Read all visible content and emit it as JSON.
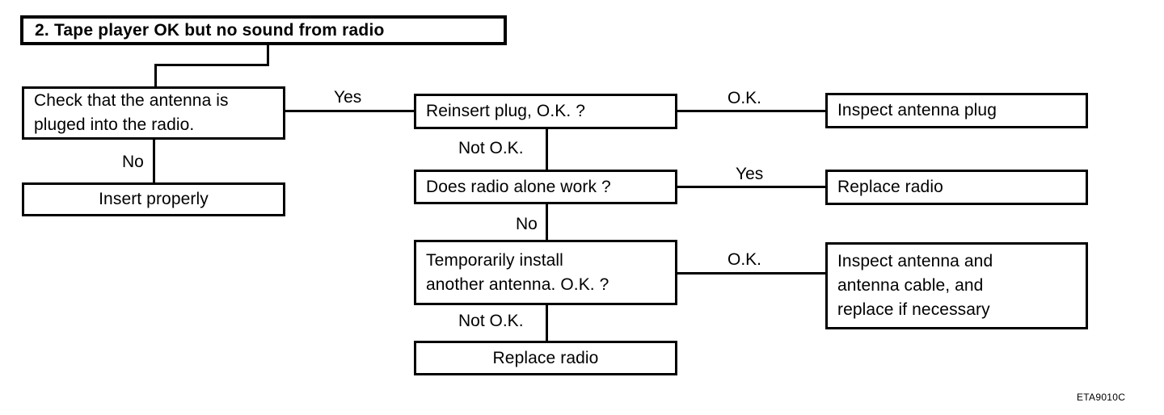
{
  "diagram": {
    "title": "2. Tape player OK but no sound from radio",
    "footer_code": "ETA9010C",
    "nodes": {
      "check_antenna": "Check that the antenna is\npluged into the radio.",
      "insert_properly": "Insert properly",
      "reinsert_plug": "Reinsert plug, O.K. ?",
      "inspect_antenna_plug": "Inspect antenna plug",
      "radio_alone_work": "Does radio alone work ?",
      "replace_radio_right": "Replace radio",
      "temporary_antenna": "Temporarily install\nanother antenna. O.K. ?",
      "inspect_antenna_cable": "Inspect antenna and\nantenna cable, and\nreplace if necessary",
      "replace_radio_bottom": "Replace radio"
    },
    "edge_labels": {
      "check_yes": "Yes",
      "check_no": "No",
      "reinsert_ok": "O.K.",
      "reinsert_not_ok": "Not O.K.",
      "radio_yes": "Yes",
      "radio_no": "No",
      "temp_ok": "O.K.",
      "temp_not_ok": "Not O.K."
    },
    "colors": {
      "stroke": "#000000",
      "background": "#ffffff"
    }
  }
}
